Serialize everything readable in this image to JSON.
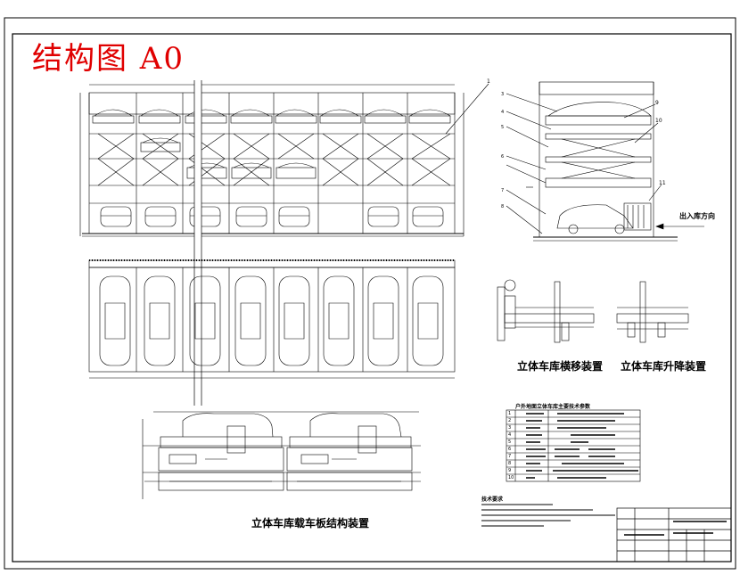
{
  "drawing": {
    "title": "结构图 A0",
    "captions": {
      "traverse": "立体车库横移装置",
      "lift": "立体车库升降装置",
      "pallet": "立体车库载车板结构装置"
    },
    "side_view": {
      "callouts": [
        "1"
      ],
      "right_callouts": [
        "9",
        "10",
        "11"
      ],
      "left_callouts": [
        "3",
        "4",
        "5",
        "6",
        "7",
        "8"
      ],
      "entry_label": "出入库方向"
    },
    "params_table": {
      "title": "户外地面立体车库主要技术参数",
      "row_numbers": [
        "1",
        "2",
        "3",
        "4",
        "5",
        "6",
        "7",
        "8",
        "9",
        "10"
      ]
    },
    "notes_title": "技术要求"
  }
}
